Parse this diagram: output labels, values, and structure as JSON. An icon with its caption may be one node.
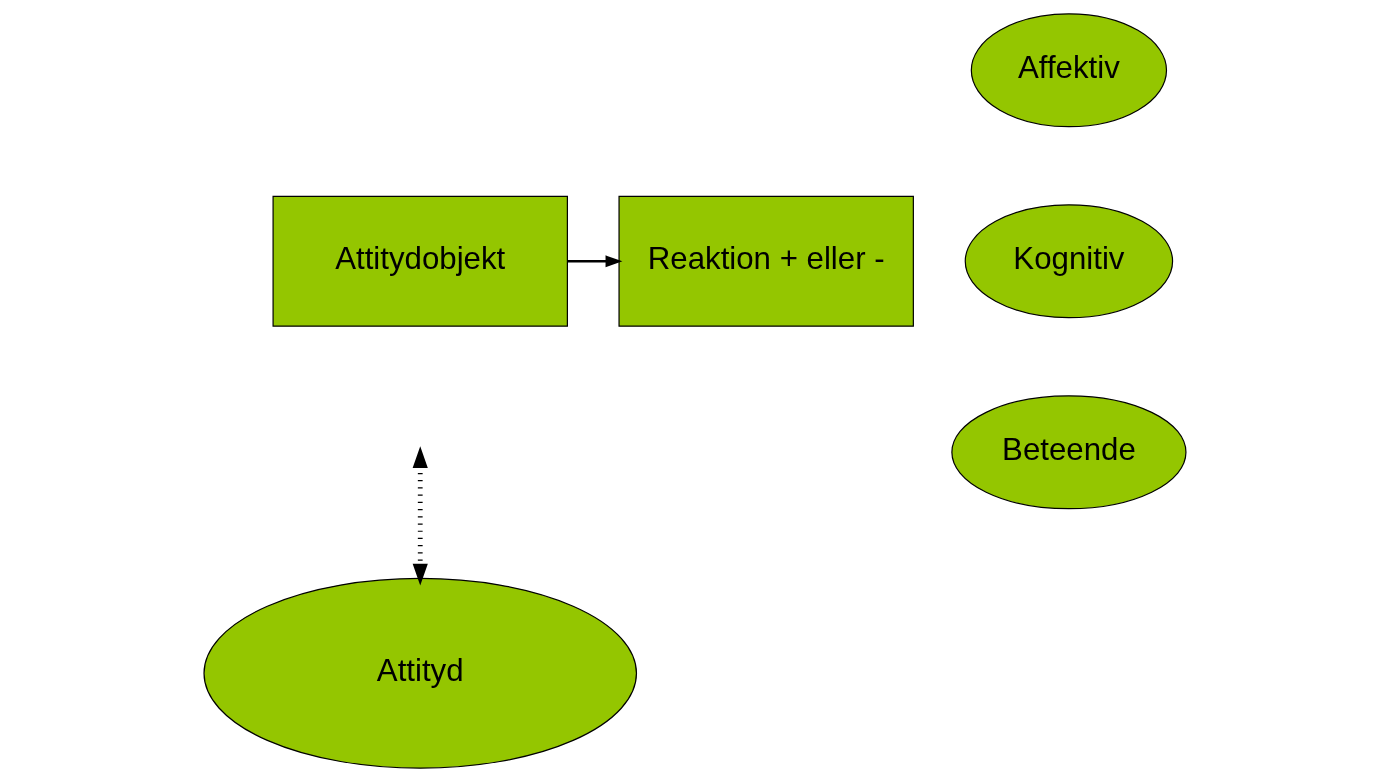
{
  "diagram": {
    "nodes": [
      {
        "text": [
          "Attitydobjekt"
        ]
      },
      {
        "text": [
          "Reaktion + eller -"
        ]
      },
      {
        "text": [
          "Affektiv"
        ]
      },
      {
        "text": [
          "Kognitiv"
        ]
      },
      {
        "text": [
          "Beteende"
        ]
      },
      {
        "text": [
          "Attityd"
        ]
      }
    ],
    "edges": [
      {
        "from": 0,
        "to": 1,
        "arrow": "to"
      },
      {
        "from": null,
        "to": 5,
        "arrow": "both",
        "style": "dashed"
      }
    ]
  }
}
